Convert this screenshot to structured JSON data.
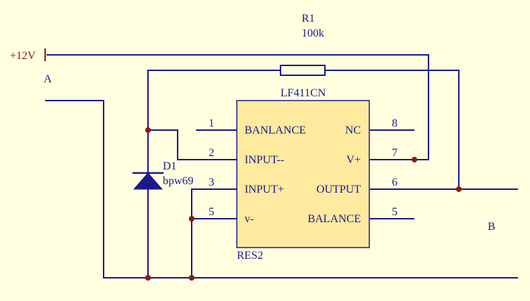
{
  "colors": {
    "background": "#ffffe0",
    "wire": "#1a1a8c",
    "junction": "#8b1a1a",
    "chip_fill": "#ffeaa0",
    "power": "#8b1a1a"
  },
  "power": {
    "label": "+12V"
  },
  "nodes": {
    "a": "A",
    "b": "B"
  },
  "resistor": {
    "ref": "R1",
    "value": "100k"
  },
  "diode": {
    "ref": "D1",
    "part": "bpw69"
  },
  "chip": {
    "part": "LF411CN",
    "ref": "RES2",
    "left_pins": [
      {
        "number": "1",
        "name": "BANLANCE"
      },
      {
        "number": "2",
        "name": "INPUT--"
      },
      {
        "number": "3",
        "name": "INPUT+"
      },
      {
        "number": "5",
        "name": "v-"
      }
    ],
    "right_pins": [
      {
        "number": "8",
        "name": "NC"
      },
      {
        "number": "7",
        "name": "V+"
      },
      {
        "number": "6",
        "name": "OUTPUT"
      },
      {
        "number": "5",
        "name": "BALANCE"
      }
    ]
  }
}
